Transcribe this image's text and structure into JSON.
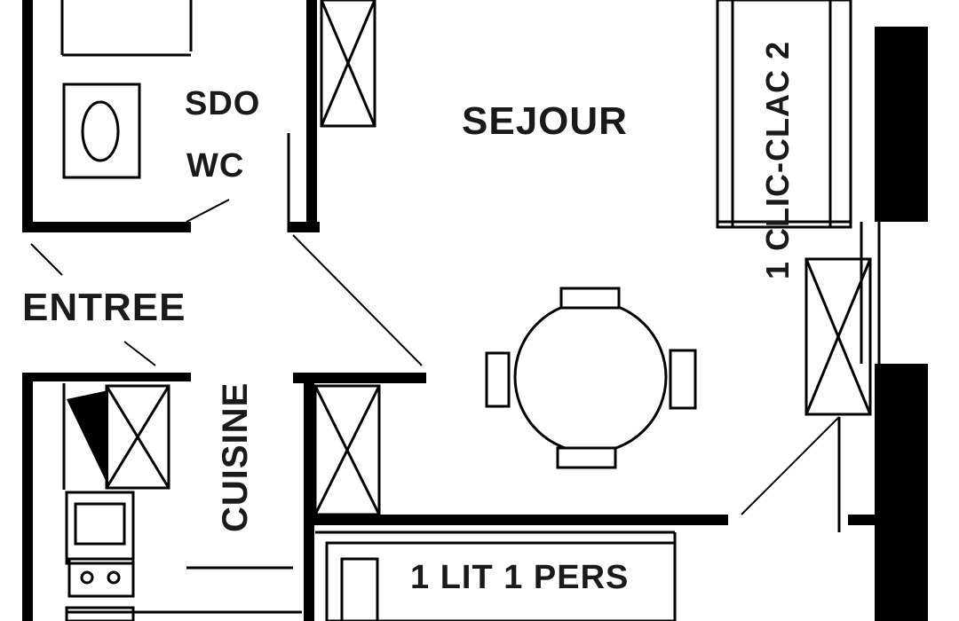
{
  "plan": {
    "rooms": {
      "sdo": "SDO",
      "wc": "WC",
      "sejour": "SEJOUR",
      "entree": "ENTREE",
      "cuisine": "CUISINE",
      "clic_clac": "1 CLIC-CLAC 2",
      "lit": "1 LIT 1 PERS"
    },
    "colors": {
      "wall": "#000000",
      "line": "#1a1a1a",
      "background": "#ffffff"
    }
  }
}
